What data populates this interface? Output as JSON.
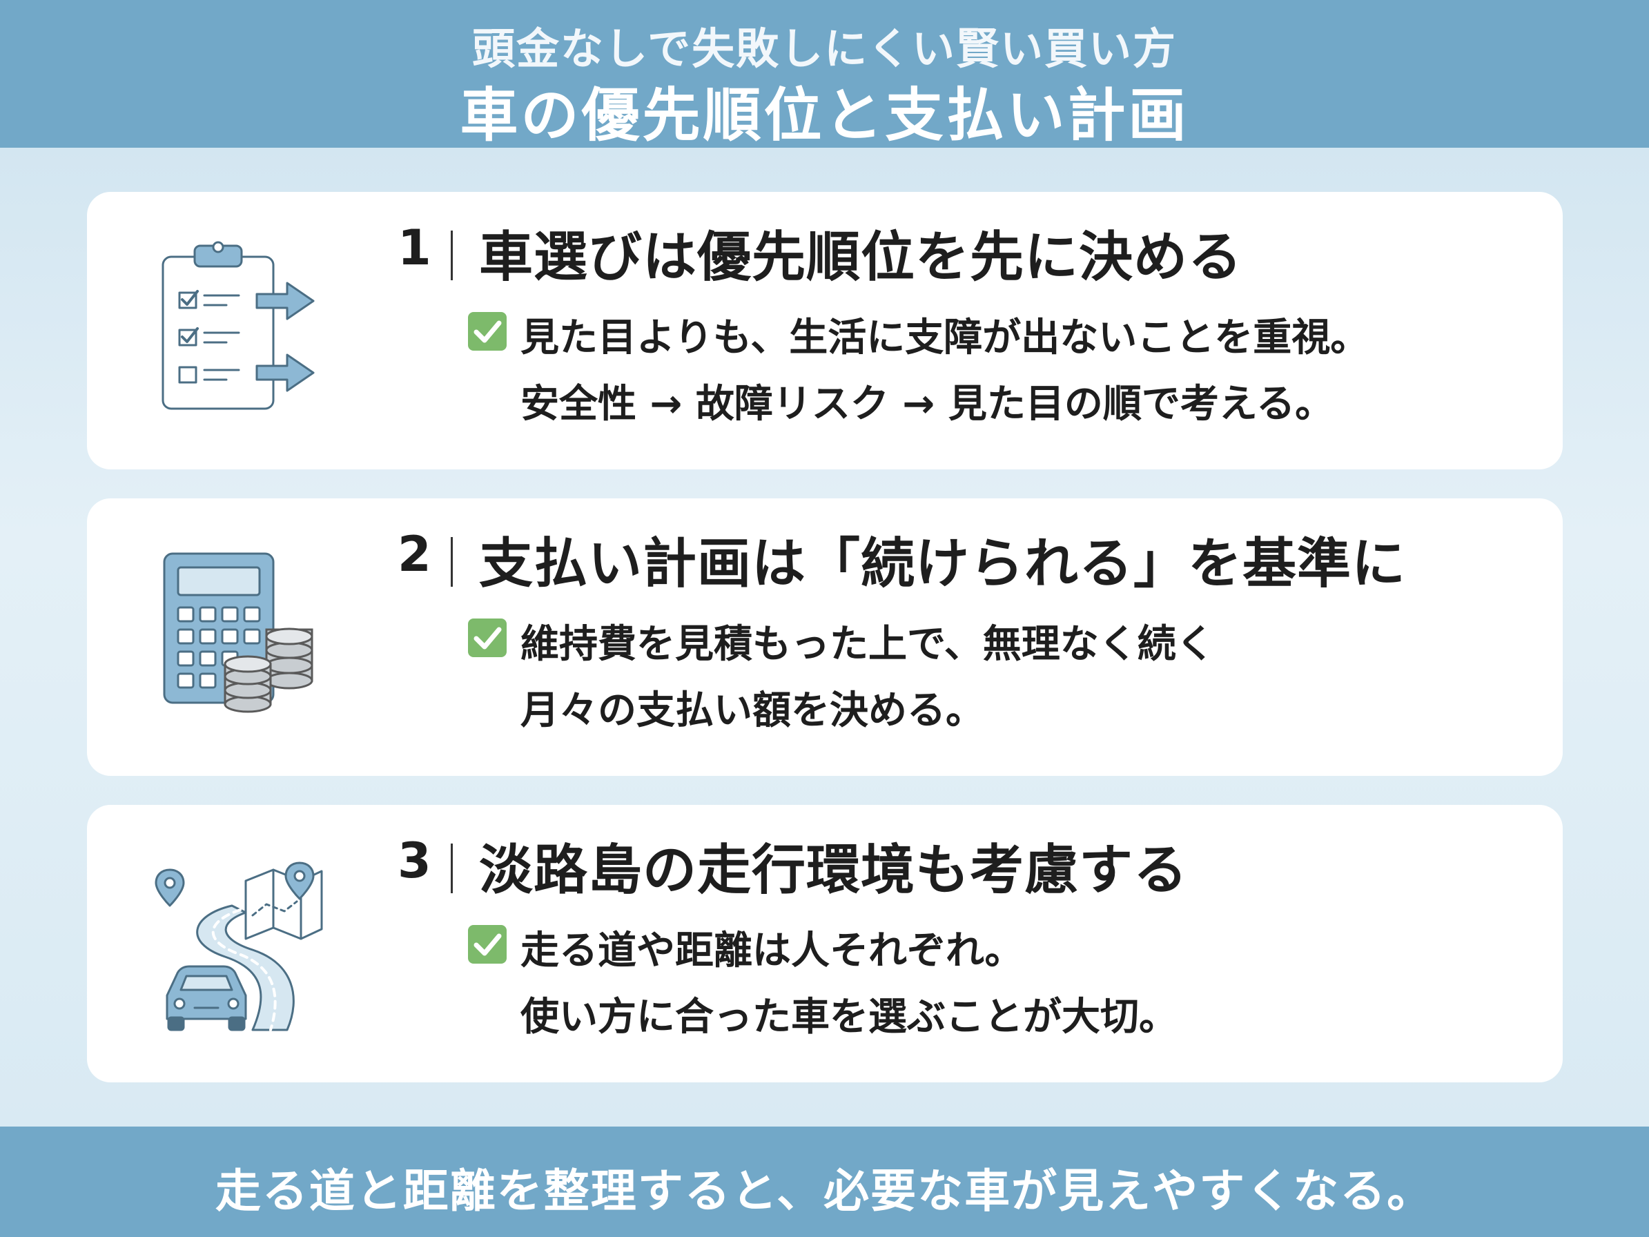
{
  "header": {
    "subtitle": "頭金なしで失敗しにくい賢い買い方",
    "title": "車の優先順位と支払い計画"
  },
  "cards": [
    {
      "number": "1",
      "icon": "checklist-arrows-icon",
      "title": "車選びは優先順位を先に決める",
      "line1": "見た目よりも、生活に支障が出ないことを重視。",
      "line2": "安全性 → 故障リスク → 見た目の順で考える。"
    },
    {
      "number": "2",
      "icon": "calculator-coins-icon",
      "title": "支払い計画は「続けられる」を基準に",
      "line1": "維持費を見積もった上で、無理なく続く",
      "line2": "月々の支払い額を決める。"
    },
    {
      "number": "3",
      "icon": "map-road-car-icon",
      "title": "淡路島の走行環境も考慮する",
      "line1": "走る道や距離は人それぞれ。",
      "line2": "使い方に合った車を選ぶことが大切。"
    }
  ],
  "footer": {
    "text": "走る道と距離を整理すると、必要な車が見えやすくなる。"
  },
  "colors": {
    "banner": "#72a8c8",
    "background": "#dcebf4",
    "check": "#7dba6b",
    "icon_fill": "#8db8d4",
    "icon_stroke": "#4b6e84"
  }
}
